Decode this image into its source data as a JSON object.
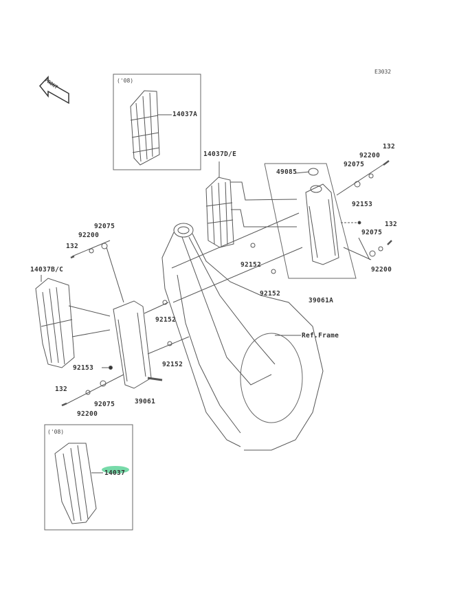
{
  "diagram_code": "E3032",
  "front_arrow": "FRONT",
  "highlight_color": "#5fd39a",
  "insets": [
    {
      "year": "('08)",
      "part": "14037A"
    },
    {
      "year": "('08)",
      "part": "14037"
    }
  ],
  "parts": {
    "p14037de": "14037D/E",
    "p49085": "49085",
    "r_92075_top": "92075",
    "r_92200_top": "92200",
    "r_132_top": "132",
    "r_92153": "92153",
    "r_132_mid": "132",
    "r_92075_mid": "92075",
    "r_92200_mid": "92200",
    "r_92152_a": "92152",
    "r_92152_b": "92152",
    "p39061a": "39061A",
    "l_92075_top": "92075",
    "l_92200_top": "92200",
    "l_132_top": "132",
    "p14037bc": "14037B/C",
    "l_92152_a": "92152",
    "l_92152_b": "92152",
    "l_92153": "92153",
    "p39061": "39061",
    "l_132_bot": "132",
    "l_92075_bot": "92075",
    "l_92200_bot": "92200",
    "ref_frame": "Ref.Frame"
  }
}
